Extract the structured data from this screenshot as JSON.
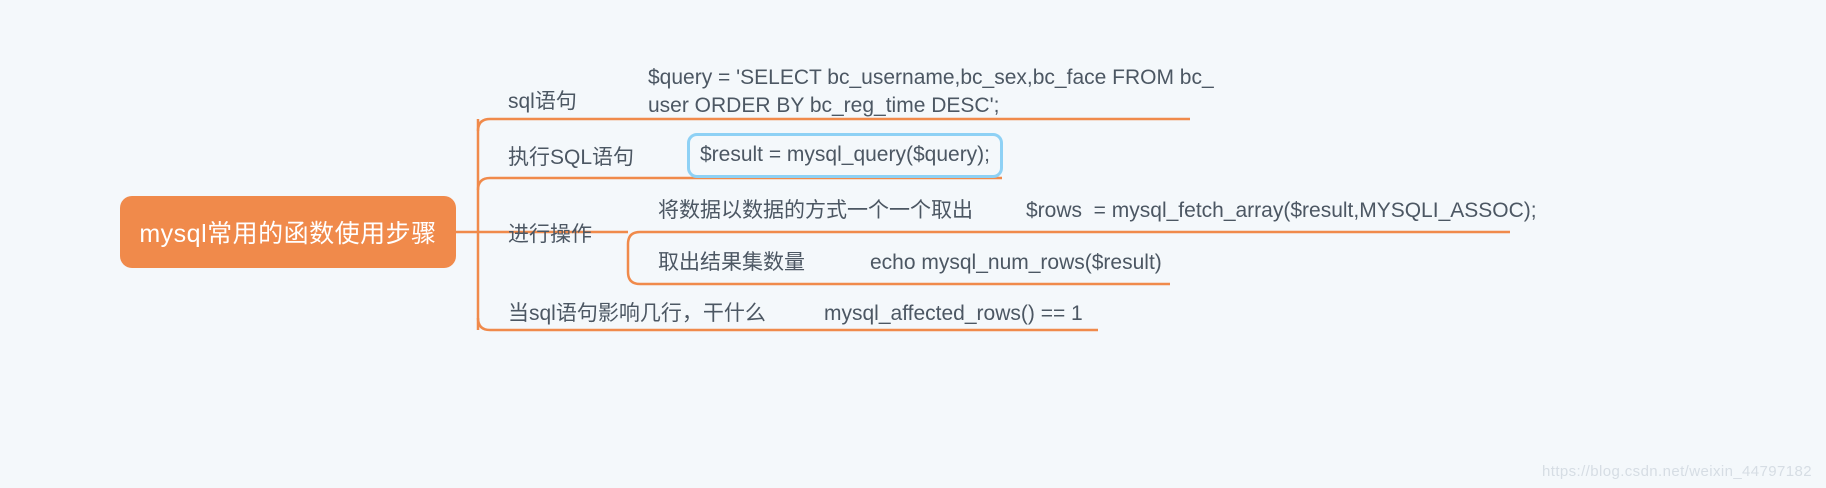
{
  "canvas": {
    "background_color": "#f4f8fb",
    "accent_color": "#f08a4b",
    "highlight_color": "#8ed1f5",
    "text_color": "#4c5763"
  },
  "root": {
    "label": "mysql常用的函数使用步骤",
    "fill_color": "#f08a4b",
    "text_color": "#ffffff"
  },
  "branches": [
    {
      "label": "sql语句",
      "detail_line1": "$query = 'SELECT bc_username,bc_sex,bc_face FROM bc_",
      "detail_line2": "user ORDER BY bc_reg_time DESC';"
    },
    {
      "label": "执行SQL语句",
      "detail": "$result = mysql_query($query);",
      "highlighted": true
    },
    {
      "label": "进行操作",
      "children": [
        {
          "label": "将数据以数据的方式一个一个取出",
          "detail": "$rows  = mysql_fetch_array($result,MYSQLI_ASSOC);"
        },
        {
          "label": "取出结果集数量",
          "detail": "echo mysql_num_rows($result)"
        }
      ]
    },
    {
      "label": "当sql语句影响几行，干什么",
      "detail": "mysql_affected_rows() == 1"
    }
  ],
  "watermark": {
    "text": "https://blog.csdn.net/weixin_44797182"
  }
}
